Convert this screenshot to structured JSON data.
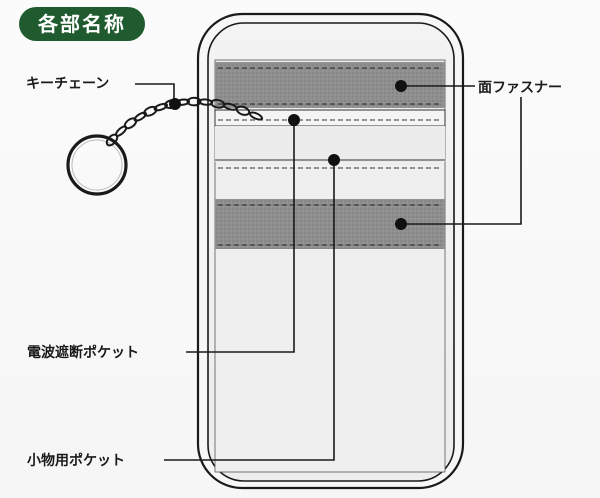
{
  "header": {
    "title": "各部名称"
  },
  "labels": {
    "keychain": "キーチェーン",
    "face_zipper": "面ファスナー",
    "rf_pocket": "電波遮断ポケット",
    "small_pocket": "小物用ポケット"
  },
  "colors": {
    "header_bg": "#1f5b2f",
    "outline": "#1a1a1a",
    "band_gray": "#8c8c8c",
    "panel_bg": "#eeeeee"
  }
}
